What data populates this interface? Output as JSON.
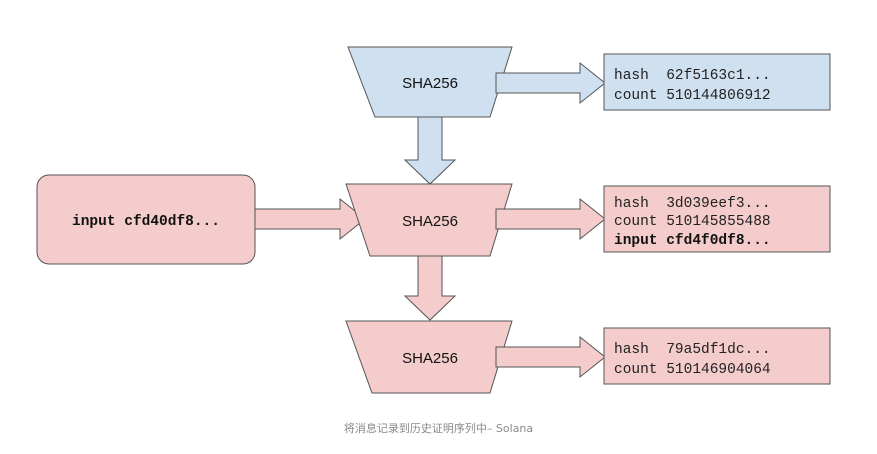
{
  "colors": {
    "blue_fill": "#cfe0f0",
    "pink_fill": "#f4cccc",
    "stroke": "#555555"
  },
  "funnels": {
    "top": {
      "label": "SHA256"
    },
    "middle": {
      "label": "SHA256"
    },
    "bottom": {
      "label": "SHA256"
    }
  },
  "input_box": {
    "text": "input cfd40df8..."
  },
  "outputs": {
    "top": {
      "hash_line": "hash  62f5163c1...",
      "count_line": "count 510144806912"
    },
    "middle": {
      "hash_line": "hash  3d039eef3...",
      "count_line": "count 510145855488",
      "input_line": "input cfd4f0df8..."
    },
    "bottom": {
      "hash_line": "hash  79a5df1dc...",
      "count_line": "count 510146904064"
    }
  },
  "caption": "将消息记录到历史证明序列中– Solana"
}
